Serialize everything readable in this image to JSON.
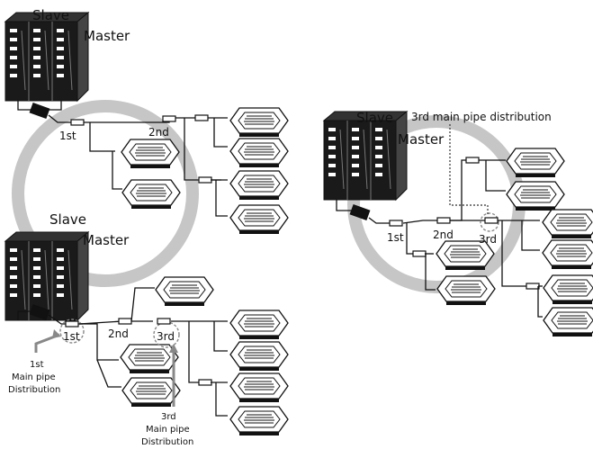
{
  "colors": {
    "ring": "#c6c6c6",
    "ink": "#111111",
    "unit_dark": "#1a1a1a",
    "unit_light": "#ffffff"
  },
  "diagram_a": {
    "slave": "Slave",
    "master": "Master",
    "dist_1": "1st",
    "dist_2": "2nd"
  },
  "diagram_b": {
    "slave": "Slave",
    "master": "Master",
    "dist_1": "1st",
    "dist_2": "2nd",
    "dist_3": "3rd",
    "callout_1": [
      "1st",
      "Main pipe",
      "Distribution"
    ],
    "callout_3": [
      "3rd",
      "Main pipe",
      "Distribution"
    ]
  },
  "diagram_c": {
    "slave": "Slave",
    "master": "Master",
    "dist_1": "1st",
    "dist_2": "2nd",
    "dist_3": "3rd",
    "callout": "3rd main pipe distribution"
  },
  "icons": {
    "outdoor_unit": "outdoor-unit-icon",
    "indoor_unit": "cassette-indoor-unit-icon",
    "branch": "y-branch-joint-icon"
  }
}
